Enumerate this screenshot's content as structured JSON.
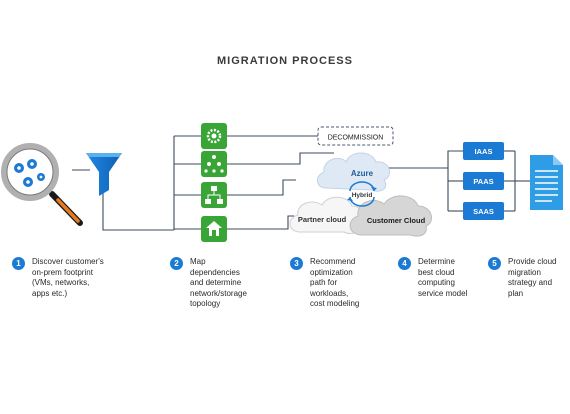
{
  "title": "MIGRATION PROCESS",
  "decommission_label": "DECOMMISSION",
  "clouds": {
    "azure": "Azure",
    "hybrid": "Hybrid",
    "partner": "Partner cloud",
    "customer": "Customer Cloud"
  },
  "service_models": [
    "IAAS",
    "PAAS",
    "SAAS"
  ],
  "steps": [
    {
      "number": "1",
      "text": "Discover customer's\non-prem footprint\n(VMs,  networks,\napps etc.)"
    },
    {
      "number": "2",
      "text": "Map\ndependencies\nand determine\nnetwork/storage\ntopology"
    },
    {
      "number": "3",
      "text": "Recommend\noptimization\npath  for\nworkloads,\ncost modeling"
    },
    {
      "number": "4",
      "text": "Determine\nbest  cloud\ncomputing\nservice model"
    },
    {
      "number": "5",
      "text": "Provide cloud\nmigration\nstrategy  and\nplan"
    }
  ],
  "colors": {
    "primary_blue": "#1b7ad3",
    "green": "#3aa537",
    "line": "#3d4b5c",
    "cloud_light": "#dfe9f5",
    "cloud_gray": "#d9d9d9",
    "document": "#2e9de6"
  }
}
